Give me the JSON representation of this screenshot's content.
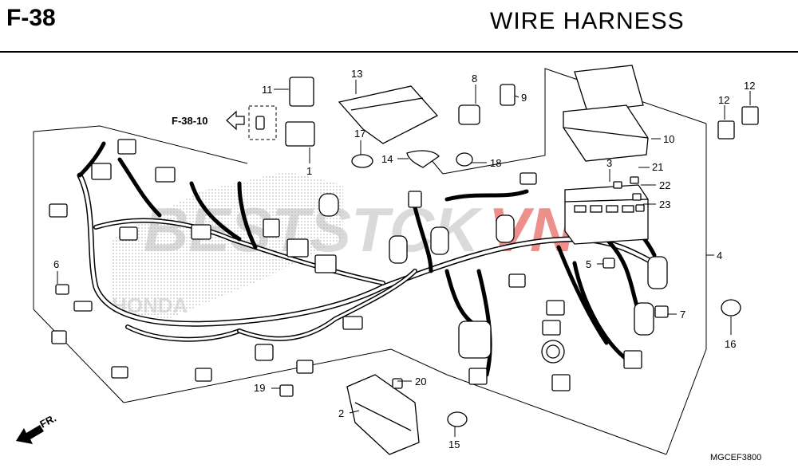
{
  "header": {
    "code": "F-38",
    "title": "WIRE  HARNESS"
  },
  "reference": {
    "label": "F-38-10"
  },
  "front_marker": {
    "label": "FR."
  },
  "figure_code": "MGCEF3800",
  "watermark": {
    "text_left": "BESTSTCK",
    "text_right": "VN",
    "brand": "HONDA",
    "color_gray": "#bdbdbd",
    "color_red": "#e0362f"
  },
  "callouts": [
    {
      "id": "c1",
      "number": "1"
    },
    {
      "id": "c2",
      "number": "2"
    },
    {
      "id": "c3",
      "number": "3"
    },
    {
      "id": "c4",
      "number": "4"
    },
    {
      "id": "c5",
      "number": "5"
    },
    {
      "id": "c6",
      "number": "6"
    },
    {
      "id": "c7",
      "number": "7"
    },
    {
      "id": "c8",
      "number": "8"
    },
    {
      "id": "c9",
      "number": "9"
    },
    {
      "id": "c10",
      "number": "10"
    },
    {
      "id": "c11",
      "number": "11"
    },
    {
      "id": "c12a",
      "number": "12"
    },
    {
      "id": "c12b",
      "number": "12"
    },
    {
      "id": "c13",
      "number": "13"
    },
    {
      "id": "c14",
      "number": "14"
    },
    {
      "id": "c15",
      "number": "15"
    },
    {
      "id": "c16",
      "number": "16"
    },
    {
      "id": "c17",
      "number": "17"
    },
    {
      "id": "c18",
      "number": "18"
    },
    {
      "id": "c19",
      "number": "19"
    },
    {
      "id": "c20",
      "number": "20"
    },
    {
      "id": "c21",
      "number": "21"
    },
    {
      "id": "c22",
      "number": "22"
    },
    {
      "id": "c23",
      "number": "23"
    }
  ]
}
